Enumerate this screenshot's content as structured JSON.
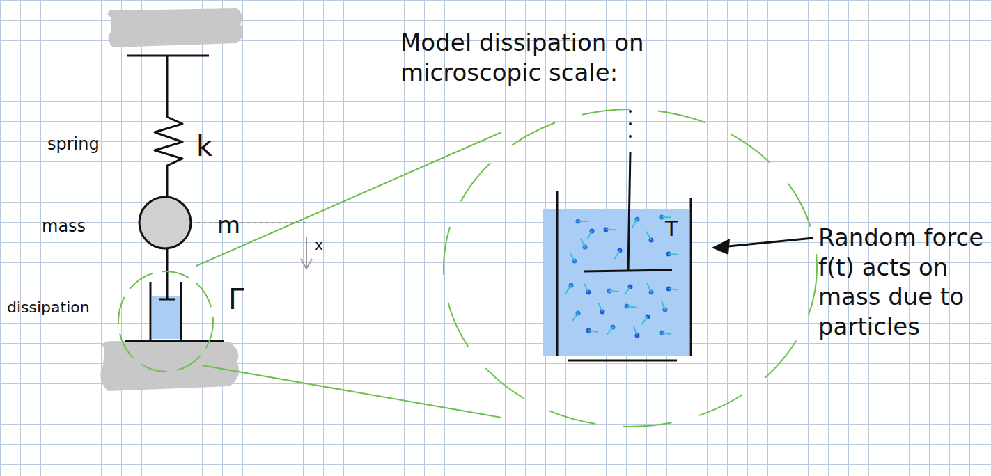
{
  "diagram": {
    "title": "Model dissipation on microscopic scale:",
    "labels": [
      "spring",
      "k",
      "mass",
      "m",
      "x",
      "dissipation",
      "Γ",
      "T",
      "Random force f(t) acts on mass due to particles"
    ]
  }
}
